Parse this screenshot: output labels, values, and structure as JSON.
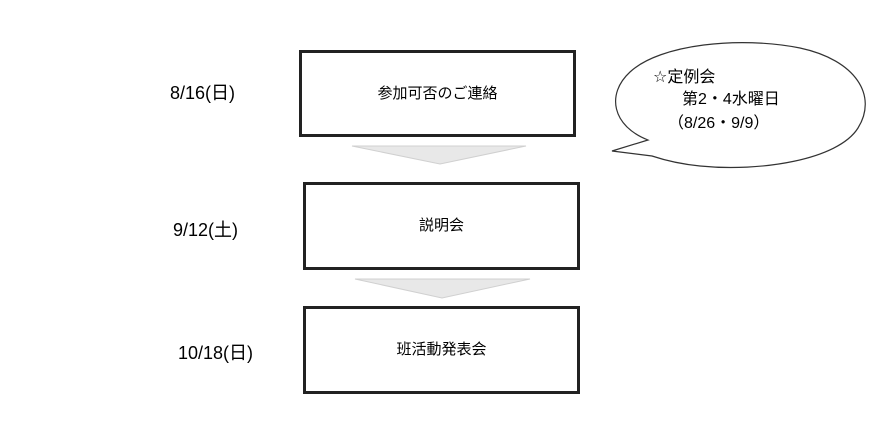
{
  "steps": [
    {
      "date": "8/16(日)",
      "label": "参加可否のご連絡"
    },
    {
      "date": "9/12(土)",
      "label": "説明会"
    },
    {
      "date": "10/18(日)",
      "label": "班活動発表会"
    }
  ],
  "callout": {
    "line1": "☆定例会",
    "line2": "第2・4水曜日",
    "line3": "（8/26・9/9）"
  },
  "colors": {
    "box_border": "#222222",
    "connector_fill": "#e8e8e8",
    "bubble_border": "#333333"
  }
}
